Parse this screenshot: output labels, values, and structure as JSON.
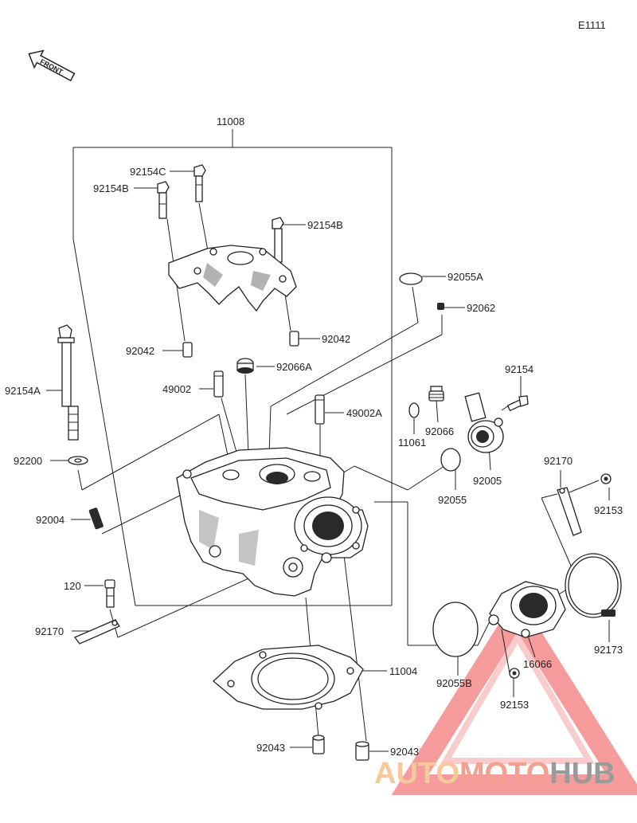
{
  "diagram": {
    "code": "E1111",
    "front_label": "FRONT",
    "labels": {
      "p11008": "11008",
      "p92154C": "92154C",
      "p92154B_left": "92154B",
      "p92154B_right": "92154B",
      "p92055A": "92055A",
      "p92062": "92062",
      "p92042_left": "92042",
      "p92042_right": "92042",
      "p92066A": "92066A",
      "p92154A": "92154A",
      "p49002": "49002",
      "p49002A": "49002A",
      "p92154": "92154",
      "p11061": "11061",
      "p92066": "92066",
      "p92200": "92200",
      "p92005": "92005",
      "p92055": "92055",
      "p92170_right": "92170",
      "p92153_upper": "92153",
      "p92004": "92004",
      "p120": "120",
      "p92170_left": "92170",
      "p11004": "11004",
      "p16066": "16066",
      "p92173": "92173",
      "p92055B": "92055B",
      "p92153_lower": "92153",
      "p92043_left": "92043",
      "p92043_right": "92043"
    }
  },
  "watermark": {
    "part1": "AUTO",
    "part2": "MOTO",
    "part3": "HUB",
    "color_auto": "#f6c89a",
    "color_moto": "#f4a08f",
    "color_hub": "#9a9a9a",
    "triangle_color": "#ee4a4a"
  }
}
